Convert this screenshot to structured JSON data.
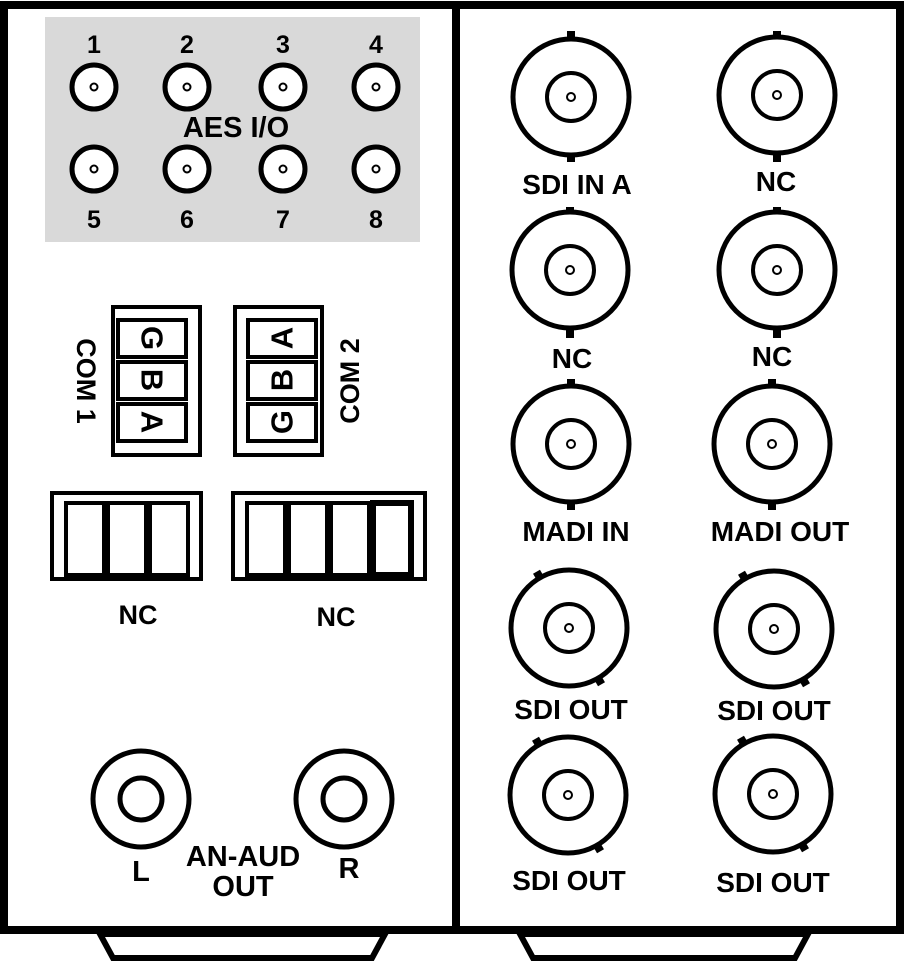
{
  "aes": {
    "title": "AES I/O",
    "top_numbers": [
      "1",
      "2",
      "3",
      "4"
    ],
    "bottom_numbers": [
      "5",
      "6",
      "7",
      "8"
    ]
  },
  "com1": {
    "label": "COM 1",
    "pins": [
      "G",
      "B",
      "A"
    ]
  },
  "com2": {
    "label": "COM 2",
    "pins": [
      "A",
      "B",
      "G"
    ]
  },
  "terminal_blocks": {
    "left_label": "NC",
    "right_label": "NC"
  },
  "analog_audio": {
    "left_label": "L",
    "title_line1": "AN-AUD",
    "title_line2": "OUT",
    "right_label": "R"
  },
  "bnc_labels": [
    "SDI IN A",
    "NC",
    "NC",
    "NC",
    "MADI IN",
    "MADI OUT",
    "SDI OUT",
    "SDI OUT",
    "SDI OUT",
    "SDI OUT"
  ],
  "colors": {
    "aes_panel": "#d9d9d9",
    "stroke": "#000000",
    "background": "#ffffff"
  }
}
